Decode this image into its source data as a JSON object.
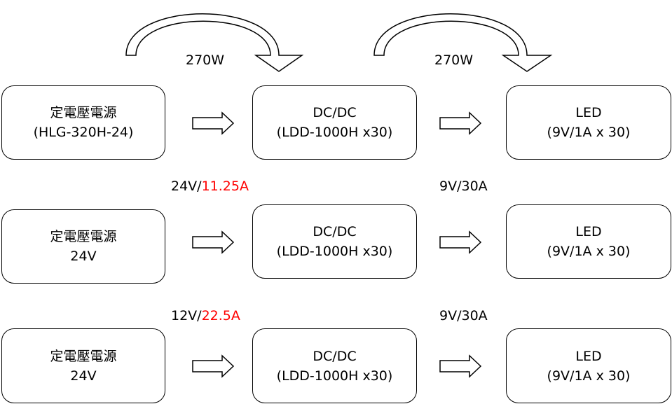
{
  "colors": {
    "stroke": "#000000",
    "accent_red": "#ff0000",
    "background": "#ffffff"
  },
  "top_labels": {
    "left": "270W",
    "right": "270W"
  },
  "rows": [
    {
      "source": {
        "line1": "定電壓電源",
        "line2": "(HLG-320H-24)"
      },
      "converter": {
        "line1": "DC/DC",
        "line2": "(LDD-1000H x30)"
      },
      "load": {
        "line1": "LED",
        "line2": "(9V/1A x 30)"
      }
    },
    {
      "label_left": {
        "prefix": "24V/",
        "highlight": "11.25A"
      },
      "label_right": "9V/30A",
      "source": {
        "line1": "定電壓電源",
        "line2": "24V"
      },
      "converter": {
        "line1": "DC/DC",
        "line2": "(LDD-1000H x30)"
      },
      "load": {
        "line1": "LED",
        "line2": "(9V/1A x 30)"
      }
    },
    {
      "label_left": {
        "prefix": "12V/",
        "highlight": "22.5A"
      },
      "label_right": "9V/30A",
      "source": {
        "line1": "定電壓電源",
        "line2": "24V"
      },
      "converter": {
        "line1": "DC/DC",
        "line2": "(LDD-1000H x30)"
      },
      "load": {
        "line1": "LED",
        "line2": "(9V/1A x 30)"
      }
    }
  ]
}
